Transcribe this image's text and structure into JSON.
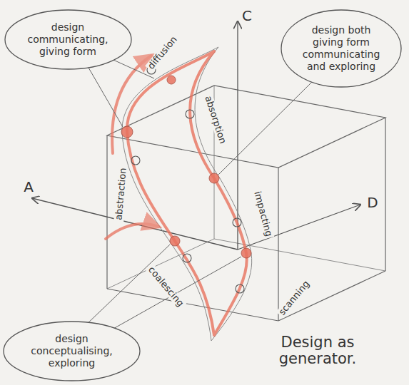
{
  "diagram": {
    "nodes": [
      {
        "text": [
          "design communicating, giving form"
        ]
      },
      {
        "text": [
          "design both giving form communicating and exploring"
        ]
      },
      {
        "text": [
          "design conceptualising, exploring"
        ]
      }
    ],
    "labels": [
      "C",
      "A",
      "D",
      "diffusion",
      "abstraction",
      "absorption",
      "impacting",
      "scanning",
      "coalescing",
      "Design as generator."
    ]
  }
}
